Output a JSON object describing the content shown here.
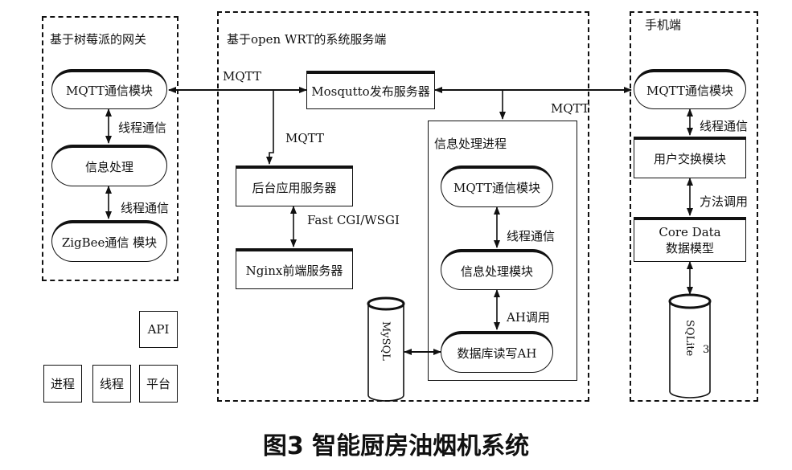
{
  "regions": {
    "gateway": {
      "title": "基于树莓派的网关"
    },
    "server": {
      "title": "基于open WRT的系统服务端"
    },
    "mobile": {
      "title": "手机端"
    }
  },
  "gateway": {
    "mqtt_module": "MQTT通信模块",
    "info_process": "信息处理",
    "zigbee_module": "ZigBee通信 模块",
    "thread_comm_1": "线程通信",
    "thread_comm_2": "线程通信"
  },
  "server": {
    "mosquitto": "Mosqutto发布服务器",
    "backend_app": "后台应用服务器",
    "nginx": "Nginx前端服务器",
    "fastcgi_label": "Fast CGI/WSGI",
    "mqtt_label_top": "MQTT",
    "mqtt_label_down": "MQTT",
    "mqtt_label_right": "MQTT",
    "info_process_title": "信息处理进程",
    "proc_mqtt_module": "MQTT通信模块",
    "proc_info_module": "信息处理模块",
    "proc_db_module": "数据库读写AH",
    "thread_comm": "线程通信",
    "ah_call": "AH调用",
    "mysql_label": "MySQL"
  },
  "mobile": {
    "mqtt_module": "MQTT通信模块",
    "user_exchange": "用户交换模块",
    "core_data_line1": "Core Data",
    "core_data_line2": "数据模型",
    "thread_comm": "线程通信",
    "method_call": "方法调用",
    "sqlite_label": "SQLite",
    "sqlite_suffix": "3"
  },
  "legend": {
    "api": "API",
    "process": "进程",
    "thread": "线程",
    "platform": "平台"
  },
  "caption": "图3  智能厨房油烟机系统"
}
